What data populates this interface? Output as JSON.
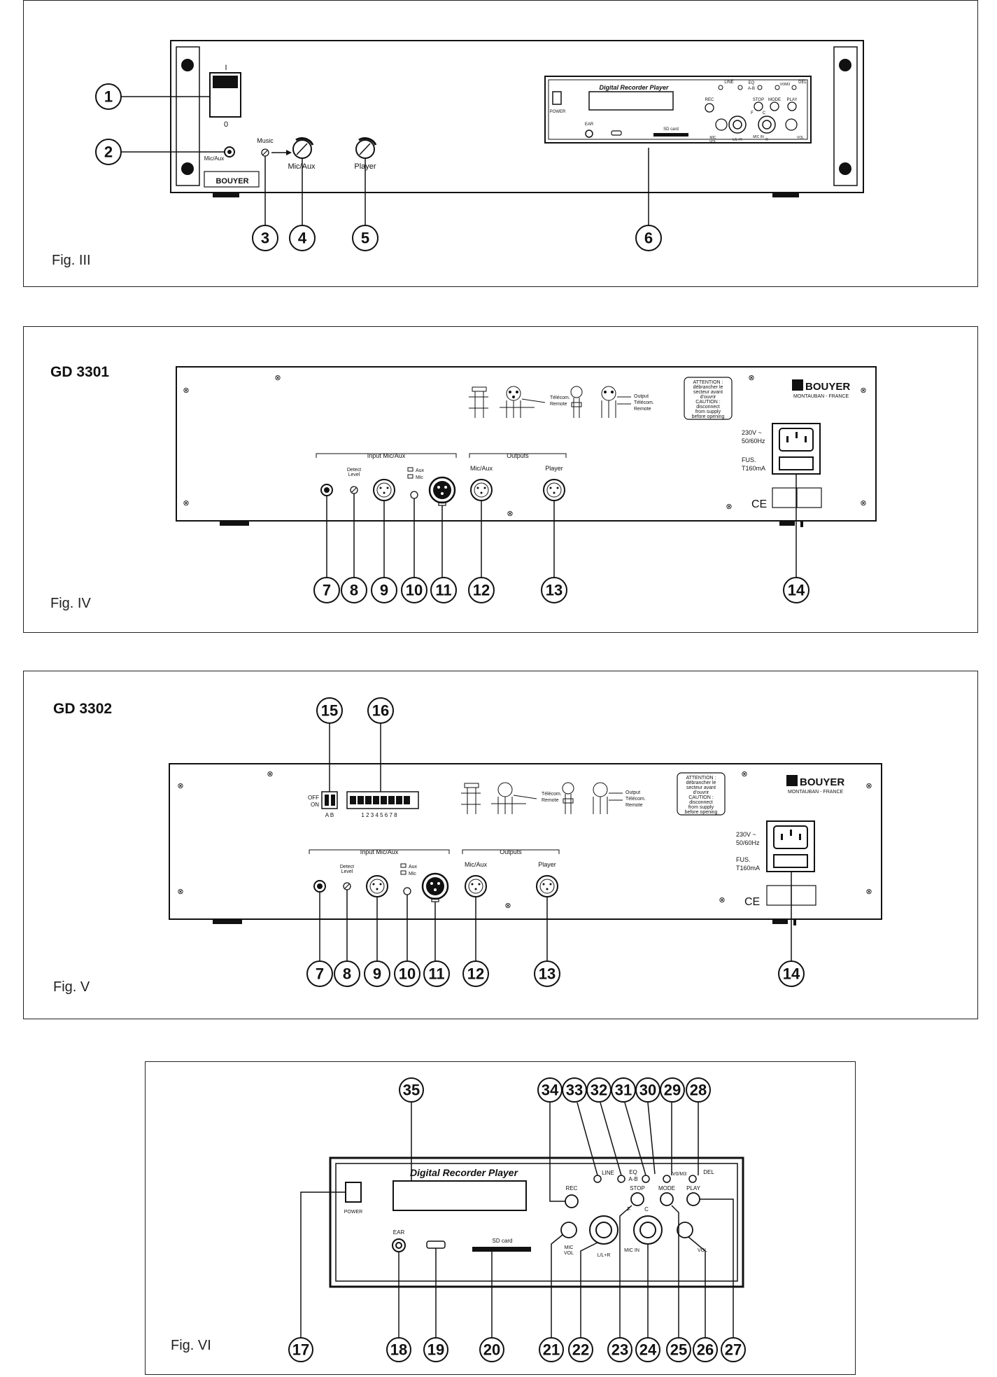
{
  "fig3": {
    "label": "Fig. III",
    "switch_on": "I",
    "switch_off": "0",
    "mic_aux_jack": "Mic/Aux",
    "music": "Music",
    "mic_aux_knob": "Mic/Aux",
    "player_knob": "Player",
    "brand": "BOUYER",
    "module": {
      "title": "Digital Recorder Player",
      "power": "POWER",
      "ear": "EAR",
      "sd": "SD card",
      "line": "LINE",
      "eq": "EQ",
      "ab": "A-B",
      "v0m3": "V0/M3",
      "del": "DEL",
      "rec": "REC",
      "stop": "STOP",
      "mode": "MODE",
      "play": "PLAY",
      "f": "F",
      "c": "C",
      "mic": "MIC",
      "vol": "VOL",
      "lr": "L/L+R",
      "micin": "MIC IN",
      "r": "R",
      "vol2": "VOL"
    },
    "callouts": [
      "1",
      "2",
      "3",
      "4",
      "5",
      "6"
    ]
  },
  "fig4": {
    "label": "Fig. IV",
    "model": "GD 3301",
    "input_group": "Input Mic/Aux",
    "outputs_group": "Outputs",
    "detect": "Detect",
    "level": "Level",
    "aux": "Aux",
    "mic": "Mic",
    "out_micaux": "Mic/Aux",
    "out_player": "Player",
    "telecom": "Télécom.",
    "remote": "Remote",
    "output": "Output",
    "warning": [
      "ATTENTION :",
      "débrancher le",
      "secteur avant",
      "d'ouvrir",
      "CAUTION :",
      "disconnect",
      "from supply",
      "before opening"
    ],
    "brand": "BOUYER",
    "brand_sub": "MONTAUBAN - FRANCE",
    "voltage": "230V ~",
    "freq": "50/60Hz",
    "fuse": "FUS.",
    "fuse_val": "T160mA",
    "ce": "CE",
    "callouts": [
      "7",
      "8",
      "9",
      "10",
      "11",
      "12",
      "13",
      "14"
    ]
  },
  "fig5": {
    "label": "Fig. V",
    "model": "GD 3302",
    "off": "OFF",
    "on": "ON",
    "ab": "A B",
    "dip_numbers": "1 2 3 4 5 6 7 8",
    "callouts": [
      "15",
      "16",
      "7",
      "8",
      "9",
      "10",
      "11",
      "12",
      "13",
      "14"
    ]
  },
  "fig6": {
    "label": "Fig. VI",
    "callouts_top": [
      "35",
      "34",
      "33",
      "32",
      "31",
      "30",
      "29",
      "28"
    ],
    "callouts_bottom": [
      "17",
      "18",
      "19",
      "20",
      "21",
      "22",
      "23",
      "24",
      "25",
      "26",
      "27"
    ]
  }
}
